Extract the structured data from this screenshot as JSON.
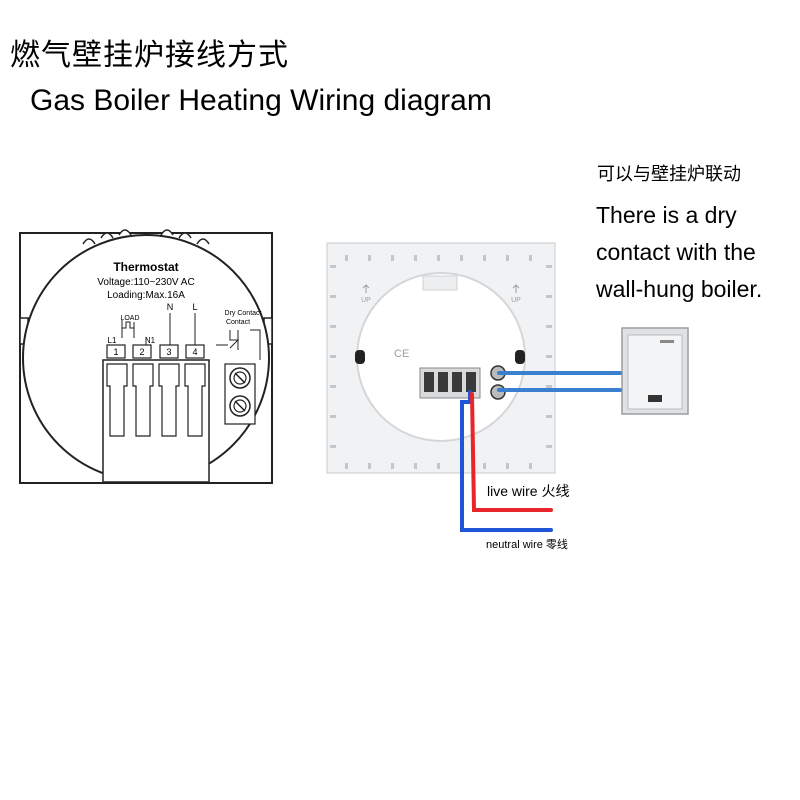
{
  "title_cn": "燃气壁挂炉接线方式",
  "title_en": "Gas Boiler Heating Wiring diagram",
  "note_cn": "可以与壁挂炉联动",
  "note_en": [
    "There is a dry",
    "contact with the",
    "wall-hung boiler."
  ],
  "schematic": {
    "title": "Thermostat",
    "voltage": "Voltage:110~230V AC",
    "loading": "Loading:Max.16A",
    "label_n": "N",
    "label_l": "L",
    "label_load": "LOAD",
    "label_l1": "L1",
    "label_n1": "N1",
    "dry_contact": [
      "Dry Contact",
      "Contact"
    ],
    "terminals": [
      "1",
      "2",
      "3",
      "4"
    ]
  },
  "device": {
    "up_label": "UP",
    "ce_label": "CE"
  },
  "wires": {
    "live_label": "live wire 火线",
    "neutral_label": "neutral wire 零线",
    "live_color": "#e8252a",
    "neutral_color": "#1f56d8",
    "dry_color": "#3a7fd0"
  }
}
